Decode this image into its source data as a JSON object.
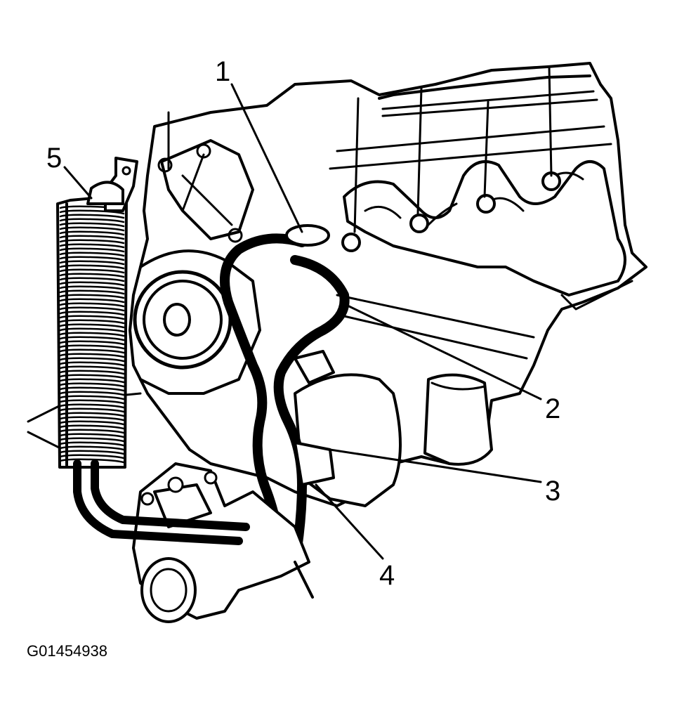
{
  "callouts": [
    {
      "id": "1",
      "label": "1"
    },
    {
      "id": "2",
      "label": "2"
    },
    {
      "id": "3",
      "label": "3"
    },
    {
      "id": "4",
      "label": "4"
    },
    {
      "id": "5",
      "label": "5"
    }
  ],
  "figure_id": "G01454938"
}
